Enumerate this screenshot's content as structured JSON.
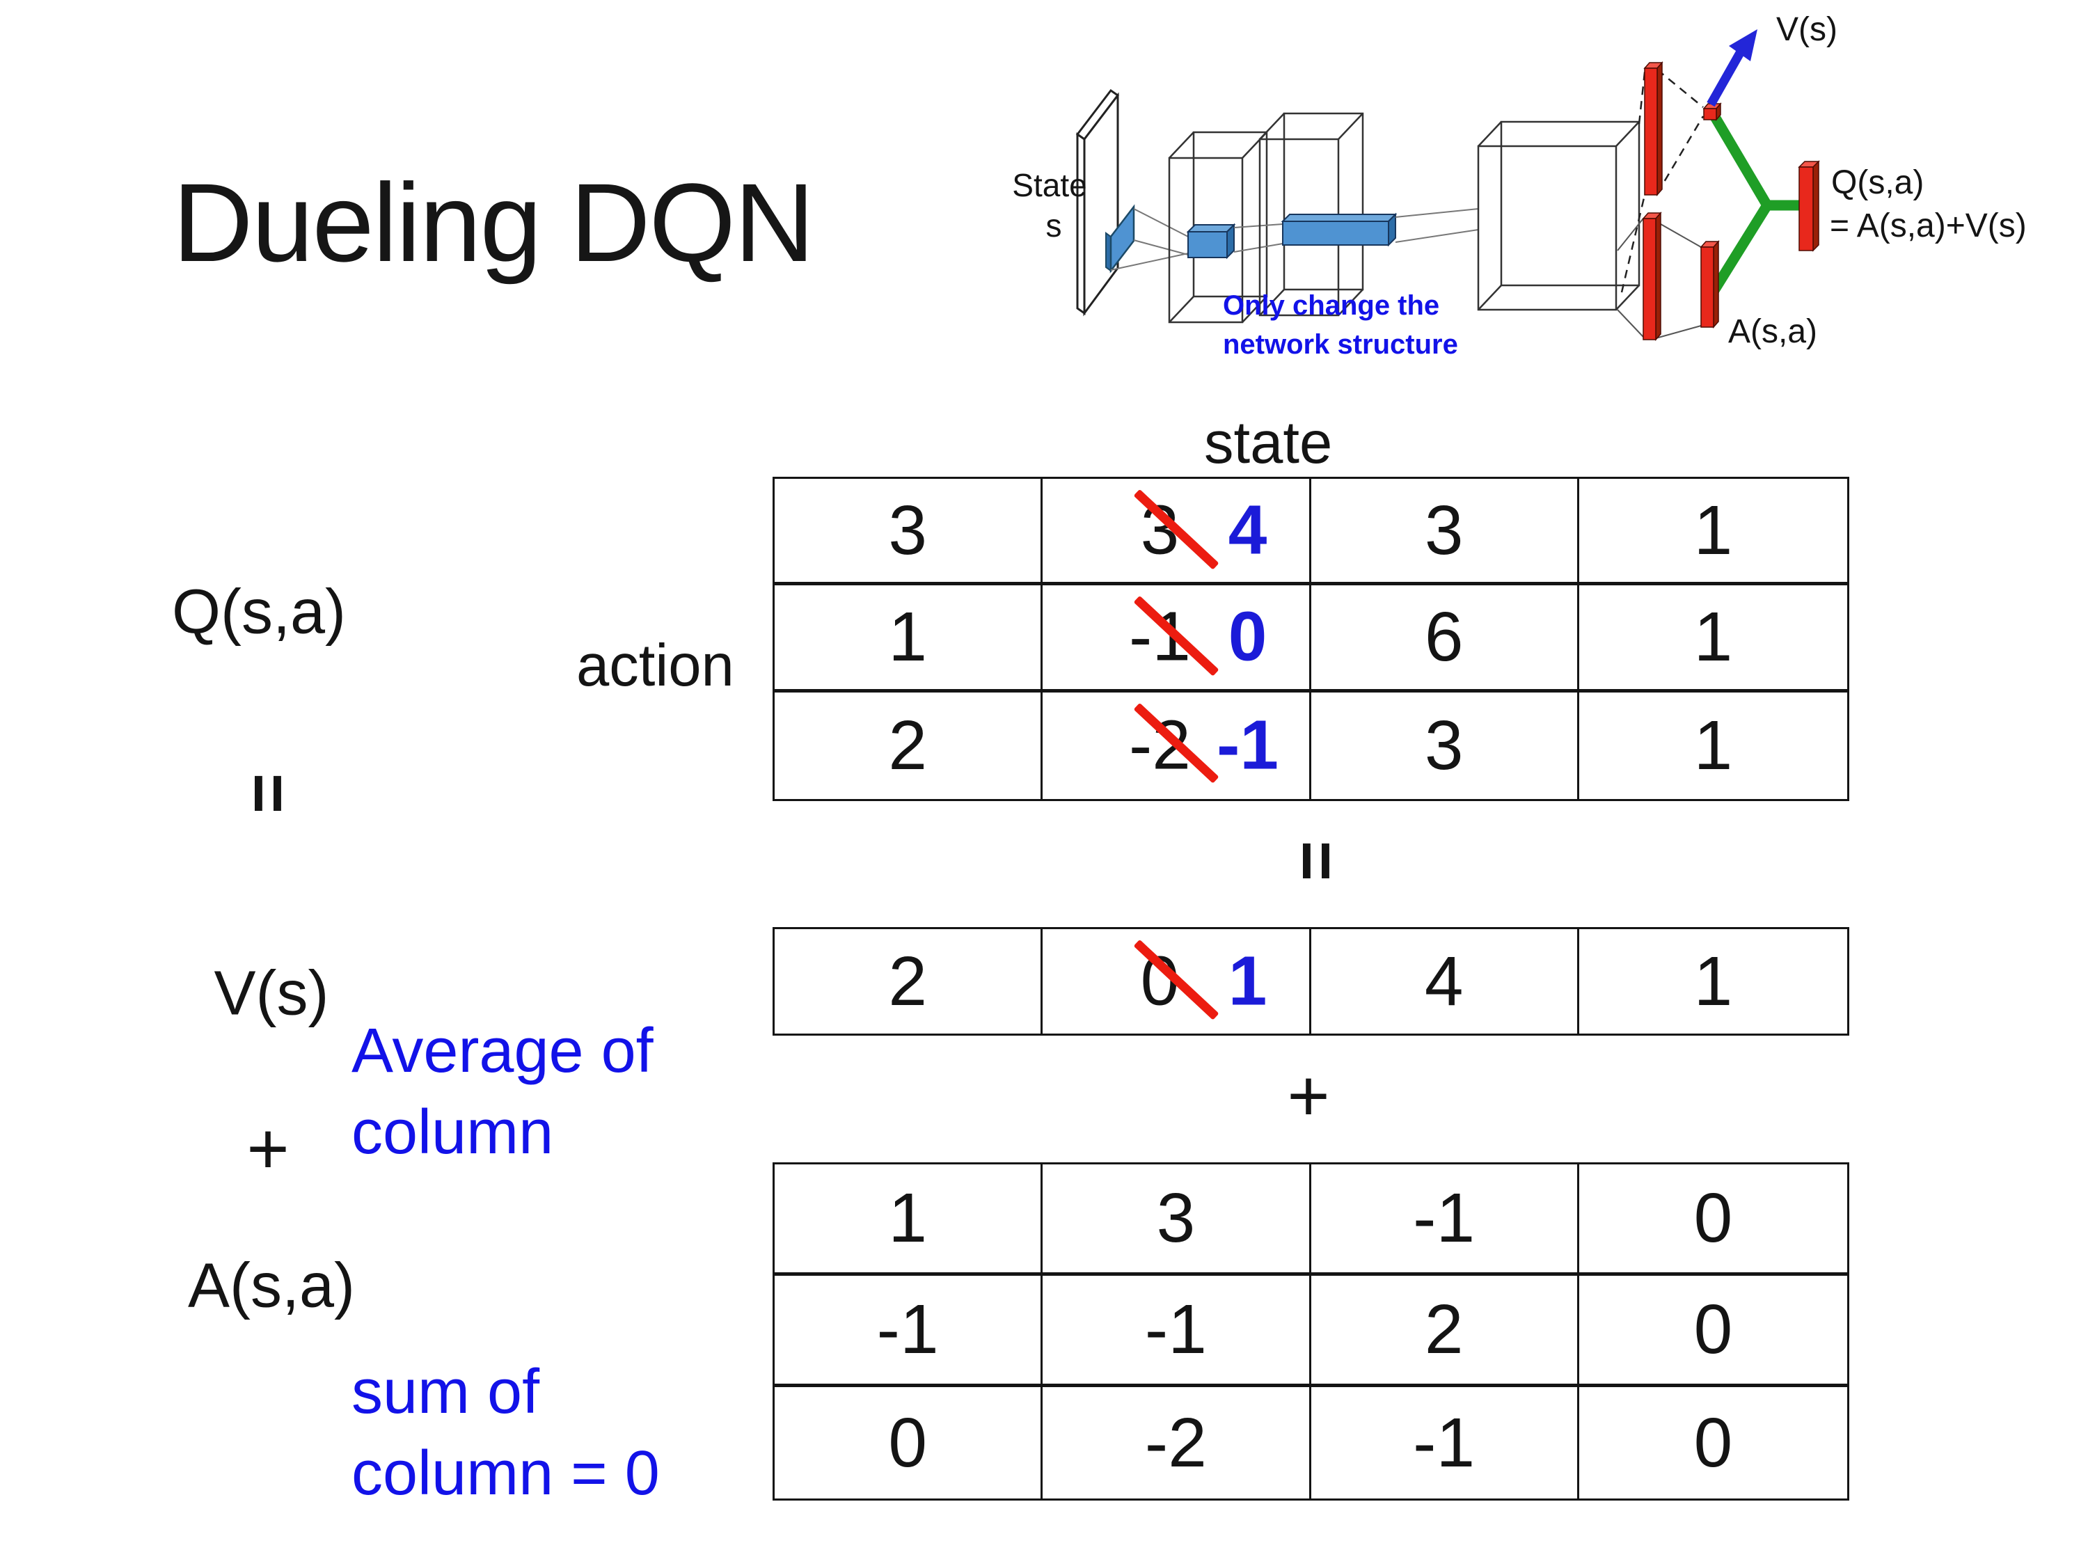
{
  "slide": {
    "title": "Dueling DQN",
    "background": "#ffffff"
  },
  "diagram": {
    "input_label_line1": "State",
    "input_label_line2": "s",
    "note_line1": "Only change the",
    "note_line2": "network structure",
    "v_output_label": "V(s)",
    "a_output_label": "A(s,a)",
    "q_output_label_line1": "Q(s,a)",
    "q_output_label_line2": "= A(s,a)+V(s)",
    "colors": {
      "conv_feature_blue": "#4f93d2",
      "fc_bar_red": "#e8281c",
      "merge_green": "#1f9e26",
      "arrow_blue": "#2326d8",
      "note_blue": "#1212e8",
      "strike_red": "#ec1c10",
      "replacement_blue": "#1b1bd8"
    }
  },
  "equation_labels": {
    "q": "Q(s,a)",
    "equals": "=",
    "v": "V(s)",
    "plus": "+",
    "a": "A(s,a)"
  },
  "q_table": {
    "header": "state",
    "side_label": "action",
    "rows": [
      [
        {
          "v": "3"
        },
        {
          "old": "3",
          "new": "4"
        },
        {
          "v": "3"
        },
        {
          "v": "1"
        }
      ],
      [
        {
          "v": "1"
        },
        {
          "old": "-1",
          "new": "0"
        },
        {
          "v": "6"
        },
        {
          "v": "1"
        }
      ],
      [
        {
          "v": "2"
        },
        {
          "old": "-2",
          "new": "-1"
        },
        {
          "v": "3"
        },
        {
          "v": "1"
        }
      ]
    ]
  },
  "v_row": {
    "cells": [
      {
        "v": "2"
      },
      {
        "old": "0",
        "new": "1"
      },
      {
        "v": "4"
      },
      {
        "v": "1"
      }
    ],
    "note_line1": "Average of",
    "note_line2": "column"
  },
  "a_table": {
    "rows": [
      [
        {
          "v": "1"
        },
        {
          "v": "3"
        },
        {
          "v": "-1"
        },
        {
          "v": "0"
        }
      ],
      [
        {
          "v": "-1"
        },
        {
          "v": "-1"
        },
        {
          "v": "2"
        },
        {
          "v": "0"
        }
      ],
      [
        {
          "v": "0"
        },
        {
          "v": "-2"
        },
        {
          "v": "-1"
        },
        {
          "v": "0"
        }
      ]
    ],
    "note_line1": "sum of",
    "note_line2": "column = 0"
  }
}
